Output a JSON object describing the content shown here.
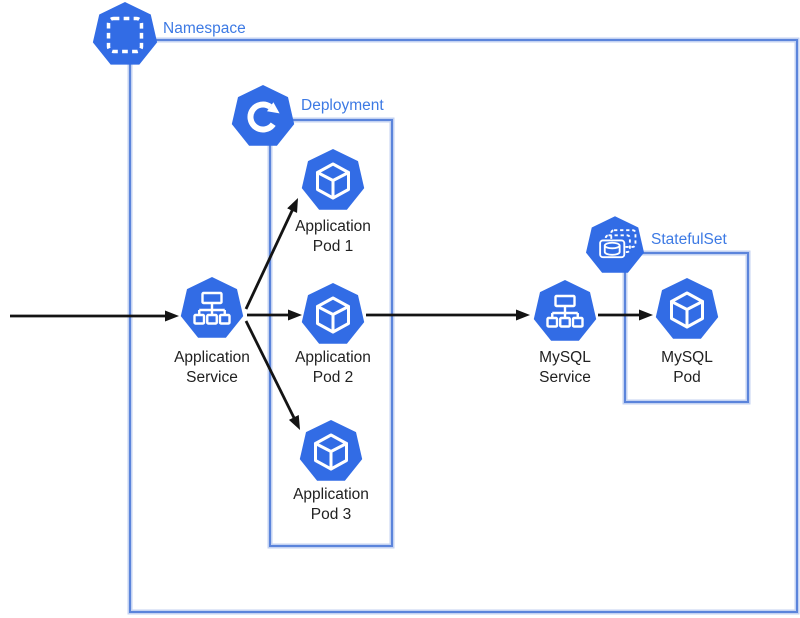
{
  "diagram": {
    "kind": "kubernetes-architecture",
    "colors": {
      "kubernetes_blue": "#326CE5",
      "group_border_blue": "#5B84DB",
      "group_border_halo": "#C3D2F2",
      "group_label_blue": "#3D7AE4",
      "node_label_black": "#212121",
      "arrow_black": "#141414",
      "background": "#FFFFFF"
    },
    "groups": [
      {
        "id": "namespace",
        "label": "Namespace",
        "icon": "namespace-icon"
      },
      {
        "id": "deployment",
        "label": "Deployment",
        "icon": "deployment-icon"
      },
      {
        "id": "statefulset",
        "label": "StatefulSet",
        "icon": "statefulset-icon"
      }
    ],
    "nodes": [
      {
        "id": "app-service",
        "label_line1": "Application",
        "label_line2": "Service",
        "icon": "service-icon"
      },
      {
        "id": "app-pod-1",
        "label_line1": "Application",
        "label_line2": "Pod 1",
        "icon": "pod-icon"
      },
      {
        "id": "app-pod-2",
        "label_line1": "Application",
        "label_line2": "Pod 2",
        "icon": "pod-icon"
      },
      {
        "id": "app-pod-3",
        "label_line1": "Application",
        "label_line2": "Pod 3",
        "icon": "pod-icon"
      },
      {
        "id": "mysql-service",
        "label_line1": "MySQL",
        "label_line2": "Service",
        "icon": "service-icon"
      },
      {
        "id": "mysql-pod",
        "label_line1": "MySQL",
        "label_line2": "Pod",
        "icon": "pod-icon"
      }
    ],
    "edges": [
      {
        "from": "external",
        "to": "app-service"
      },
      {
        "from": "app-service",
        "to": "app-pod-1"
      },
      {
        "from": "app-service",
        "to": "app-pod-2"
      },
      {
        "from": "app-service",
        "to": "app-pod-3"
      },
      {
        "from": "app-pod-2",
        "to": "mysql-service"
      },
      {
        "from": "mysql-service",
        "to": "mysql-pod"
      }
    ]
  }
}
